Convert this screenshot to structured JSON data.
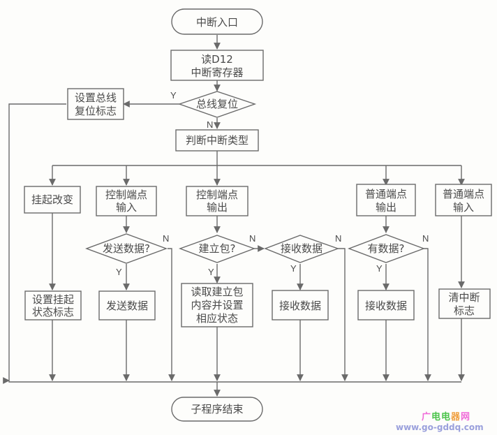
{
  "diagram": {
    "start": "中断入口",
    "read_register": [
      "读D12",
      "中断寄存器"
    ],
    "bus_reset_decision": "总线复位",
    "set_bus_reset_flag": [
      "设置总线",
      "复位标志"
    ],
    "judge_type": "判断中断类型",
    "suspend_change": "挂起改变",
    "set_suspend_flag": [
      "设置挂起",
      "状态标志"
    ],
    "ctrl_in": [
      "控制端点",
      "输入"
    ],
    "send_data_decision": "发送数据?",
    "send_data": "发送数据",
    "ctrl_out": [
      "控制端点",
      "输出"
    ],
    "setup_decision": "建立包?",
    "read_setup": [
      "读取建立包",
      "内容并设置",
      "相应状态"
    ],
    "recv_decision": "接收数据",
    "recv_data_1": "接收数据",
    "ep_out": [
      "普通端点",
      "输出"
    ],
    "has_data_decision": "有数据?",
    "recv_data_2": "接收数据",
    "ep_in": [
      "普通端点",
      "输入"
    ],
    "clear_flag": [
      "清中断",
      "标志"
    ],
    "end": "子程序结束",
    "labels": {
      "yes": "Y",
      "no": "N"
    }
  },
  "watermark": {
    "title_chars": [
      "广",
      "电",
      "电",
      "器",
      "网"
    ],
    "title_colors": [
      "#f06ad8",
      "#4cc44c",
      "#4cc44c",
      "#f0a040",
      "#f06ad8"
    ],
    "url": "www.go-gddq.com"
  }
}
